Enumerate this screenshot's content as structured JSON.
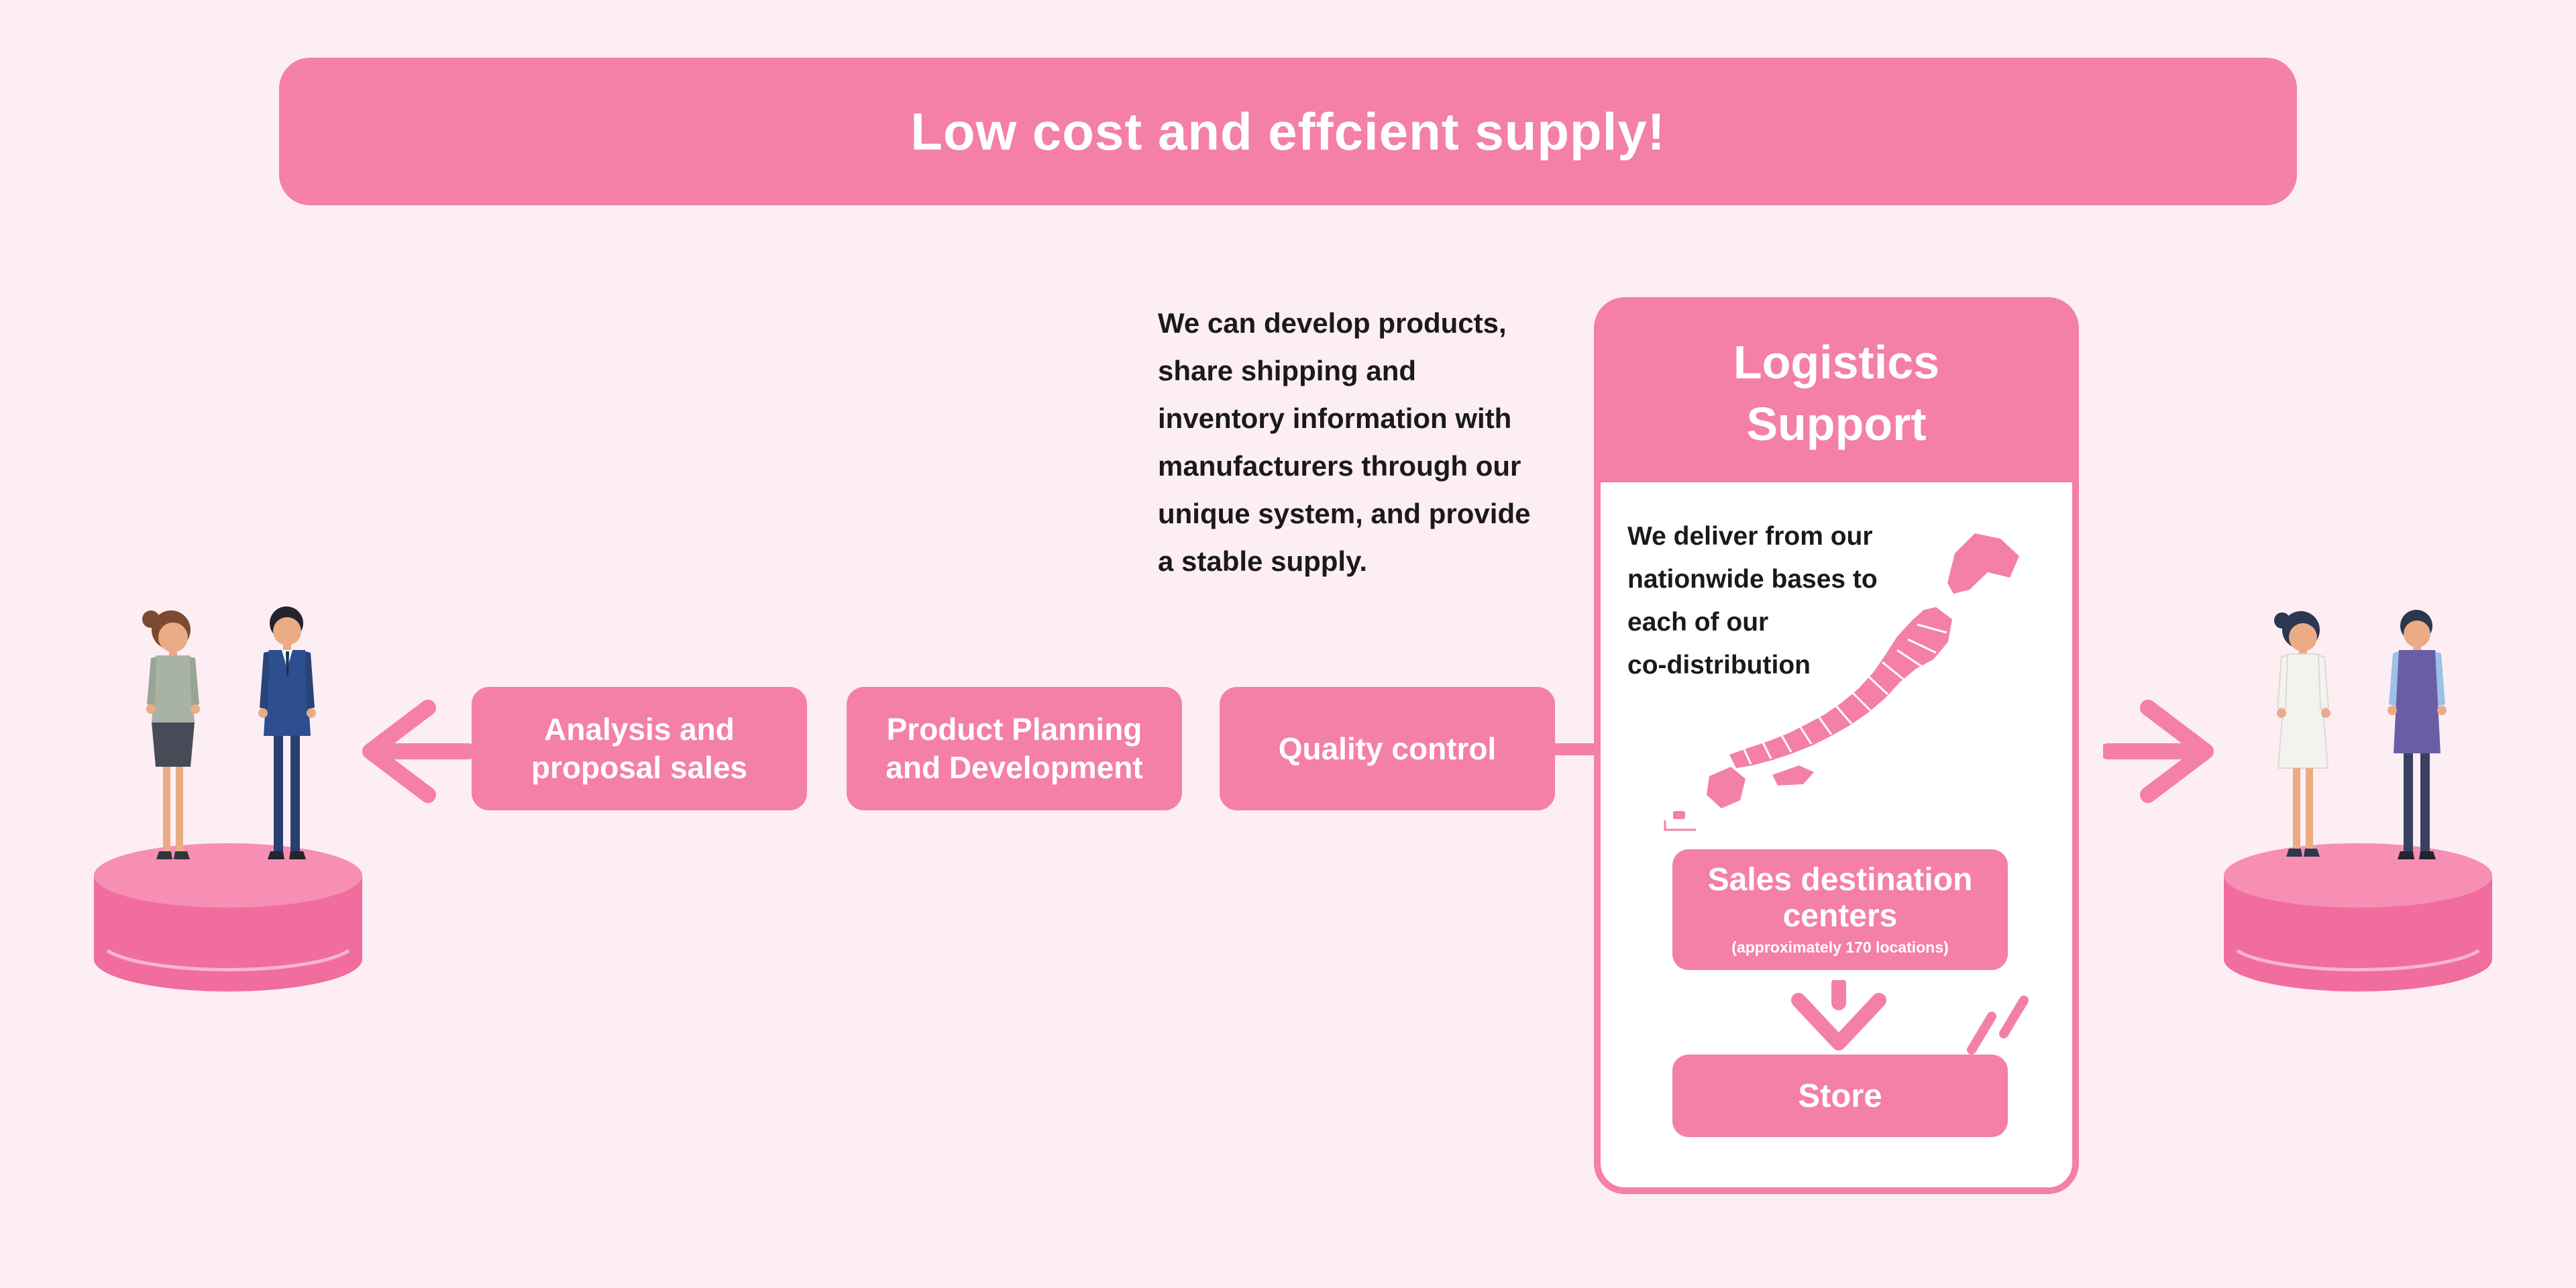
{
  "colors": {
    "bg": "#fdeef4",
    "pink": "#f47fa9",
    "pink-light": "#f78fb5",
    "pink-deep": "#f16d9e",
    "text-dark": "#1a1a1a"
  },
  "banner": {
    "title": "Low cost and effcient supply!"
  },
  "description": {
    "lines": [
      "We can develop products,",
      "share shipping and",
      "inventory information with",
      "manufacturers through our",
      "unique system, and provide",
      "a stable supply."
    ]
  },
  "process_boxes": [
    {
      "label": "Analysis and proposal sales"
    },
    {
      "label": "Product Planning and Development"
    },
    {
      "label": "Quality control"
    }
  ],
  "logistics": {
    "title_lines": [
      "Logistics",
      "Support"
    ],
    "description_lines": [
      "We deliver from our",
      "nationwide bases to",
      "each of our",
      "co-distribution"
    ],
    "sales_centers": {
      "label_lines": [
        "Sales destination",
        "centers"
      ],
      "note": "(approximately 170 locations)"
    },
    "store": {
      "label": "Store"
    }
  }
}
